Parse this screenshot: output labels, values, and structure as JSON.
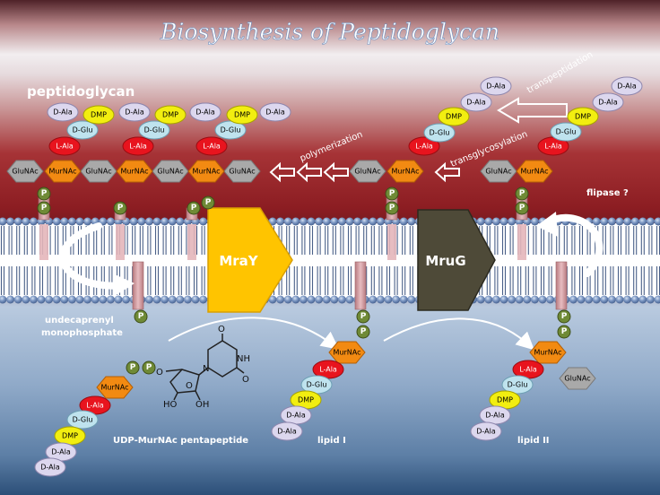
{
  "title": "Biosynthesis of Peptidoglycan",
  "labels": {
    "peptidoglycan": "peptidoglycan",
    "polymerization": "polymerization",
    "transglycosylation": "transglycosylation",
    "transpeptidation": "transpeptidation",
    "flipase": "flipase ?",
    "undecaprenyl_line1": "undecaprenyl",
    "undecaprenyl_line2": "monophosphate",
    "udp": "UDP-MurNAc pentapeptide",
    "lipid1": "lipid I",
    "lipid2": "lipid II"
  },
  "enzymes": {
    "mray": "MraY",
    "mrug": "MruG"
  },
  "residues": {
    "glucnac": "GluNAc",
    "murnac": "MurNAc",
    "lala": "L-Ala",
    "dglu": "D-Glu",
    "dmp": "DMP",
    "dala": "D-Ala",
    "p": "P"
  },
  "nucleoside": {
    "o": "O",
    "nh": "NH",
    "n": "N",
    "ho": "HO",
    "oh": "OH"
  },
  "colors": {
    "glucnac": "#a9a9a9",
    "murnac": "#f28a12",
    "lala": "#e8141e",
    "dglu": "#bfe3ee",
    "dmp": "#f2ee10",
    "dala": "#dcd7ee",
    "p": "#6f8a36",
    "mray": "#ffc400",
    "mrug": "#4e4a38"
  }
}
